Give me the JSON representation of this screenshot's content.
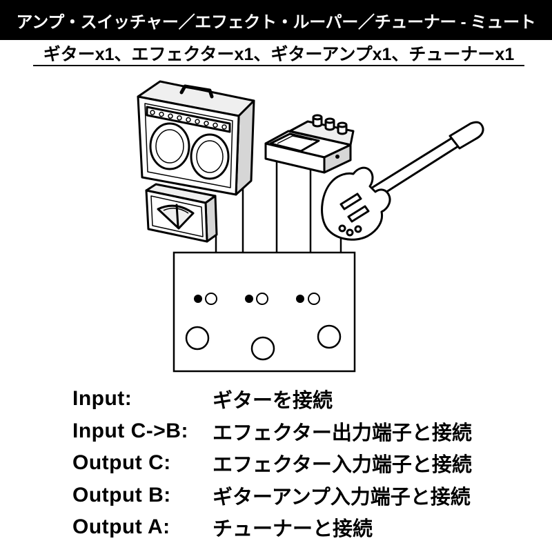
{
  "header": {
    "title": "アンプ・スイッチャー／エフェクト・ルーパー／チューナー - ミュート"
  },
  "subtitle": "ギターx1、エフェクターx1、ギターアンプx1、チューナーx1",
  "diagram": {
    "icons": [
      "guitar-amp-icon",
      "tuner-icon",
      "effects-pedal-icon",
      "electric-guitar-icon",
      "switcher-box-icon"
    ]
  },
  "connections": [
    {
      "port": "Input:",
      "description": "ギターを接続"
    },
    {
      "port": "Input C->B:",
      "description": "エフェクター出力端子と接続"
    },
    {
      "port": "Output C:",
      "description": "エフェクター入力端子と接続"
    },
    {
      "port": "Output B:",
      "description": "ギターアンプ入力端子と接続"
    },
    {
      "port": "Output A:",
      "description": "チューナーと接続"
    }
  ],
  "colors": {
    "banner_background": "#000000",
    "banner_text": "#ffffff",
    "text": "#000000",
    "background": "#ffffff"
  }
}
